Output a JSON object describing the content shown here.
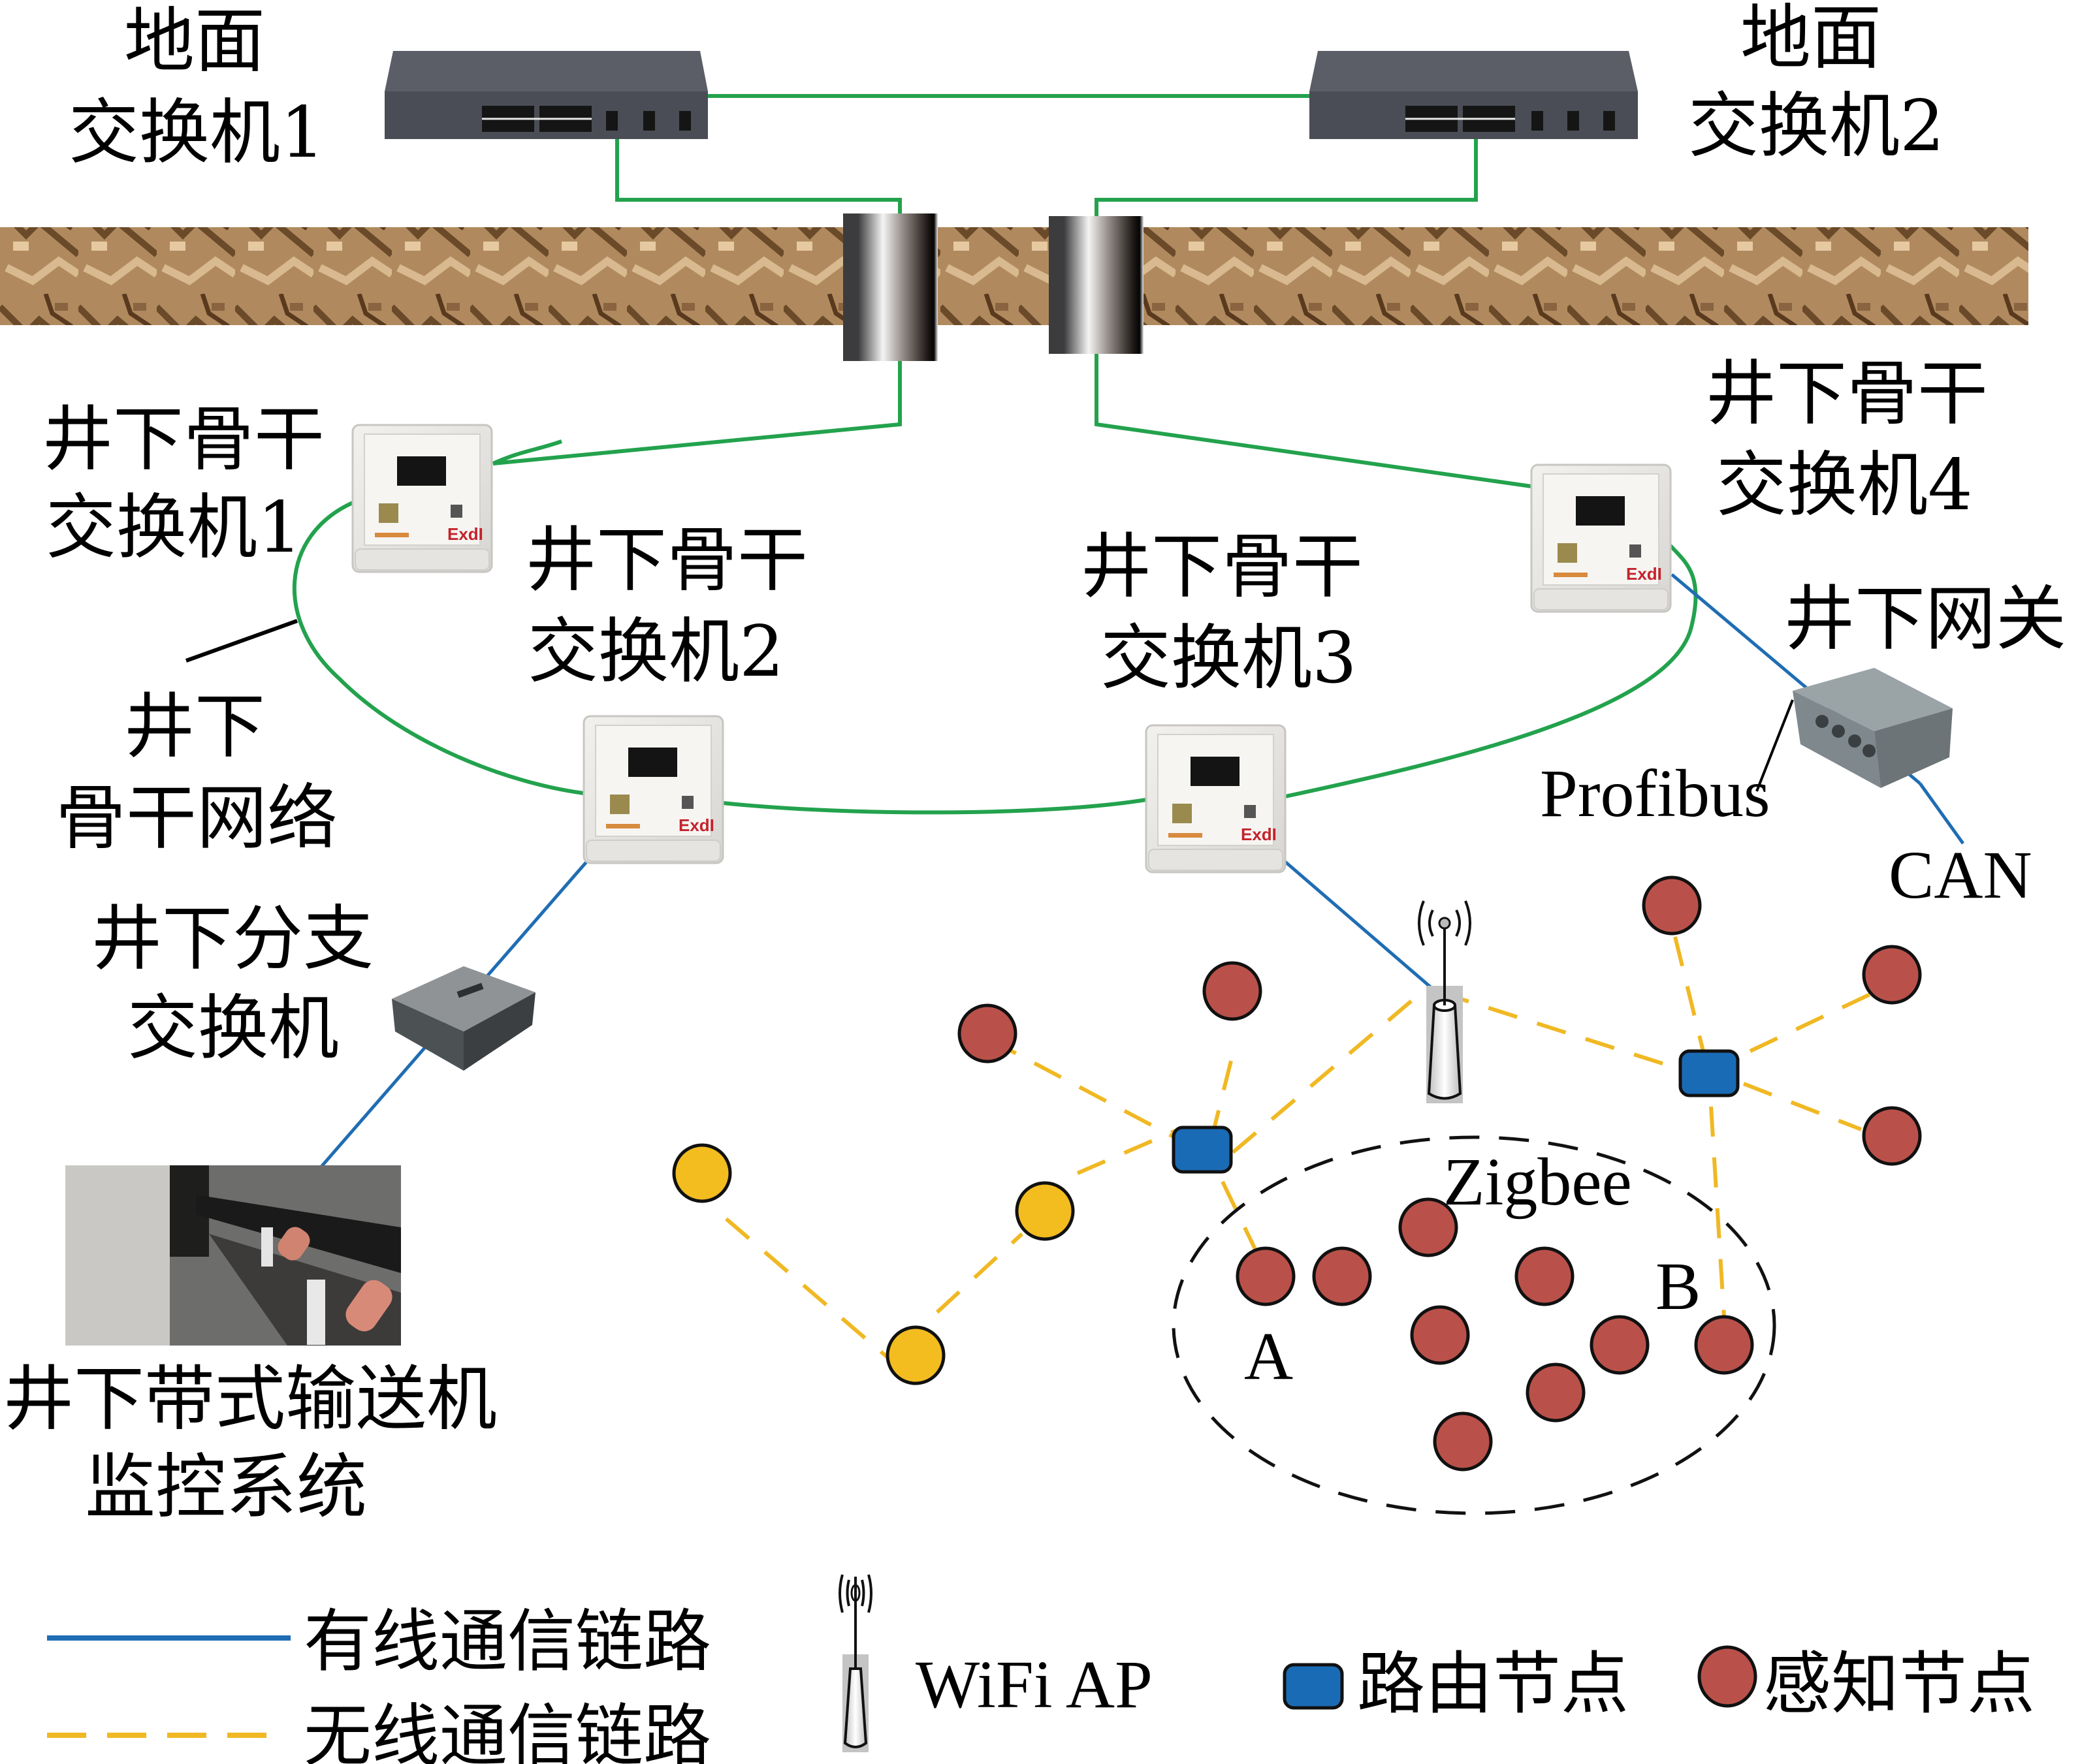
{
  "title": "井下带式输送机监控网络结构",
  "colors": {
    "wired": "#1f6db3",
    "wireless": "#f0b823",
    "backbone": "#23a24d",
    "router": "#1a6bb5",
    "sensor": "#b9514a",
    "yellow_node": "#f3bc1f",
    "outline": "#111111"
  },
  "labels": {
    "ground_switch_1": [
      "地面",
      "交换机1"
    ],
    "ground_switch_2": [
      "地面",
      "交换机2"
    ],
    "backbone_switch_1": [
      "井下骨干",
      "交换机1"
    ],
    "backbone_switch_2": [
      "井下骨干",
      "交换机2"
    ],
    "backbone_switch_3": [
      "井下骨干",
      "交换机3"
    ],
    "backbone_switch_4": [
      "井下骨干",
      "交换机4"
    ],
    "backbone_network": [
      "井下",
      "骨干网络"
    ],
    "gateway": "井下网关",
    "profibus": "Profibus",
    "can": "CAN",
    "branch_switch": [
      "井下分支",
      "交换机"
    ],
    "conveyor_system": [
      "井下带式输送机",
      "监控系统"
    ],
    "zigbee": "Zigbee",
    "zone_a": "A",
    "zone_b": "B"
  },
  "legend": {
    "wired": "有线通信链路",
    "wireless": "无线通信链路",
    "wifi_ap": "WiFi AP",
    "router_node": "路由节点",
    "sensor_node": "感知节点"
  },
  "icons": {
    "ground_switch": "rack-switch-icon",
    "backbone_switch": "explosion-proof-switch-icon",
    "gateway": "gateway-box-icon",
    "branch_switch": "junction-box-icon",
    "wifi_ap": "wifi-antenna-icon",
    "router_node": "rounded-square-icon",
    "sensor_node": "circle-icon"
  }
}
